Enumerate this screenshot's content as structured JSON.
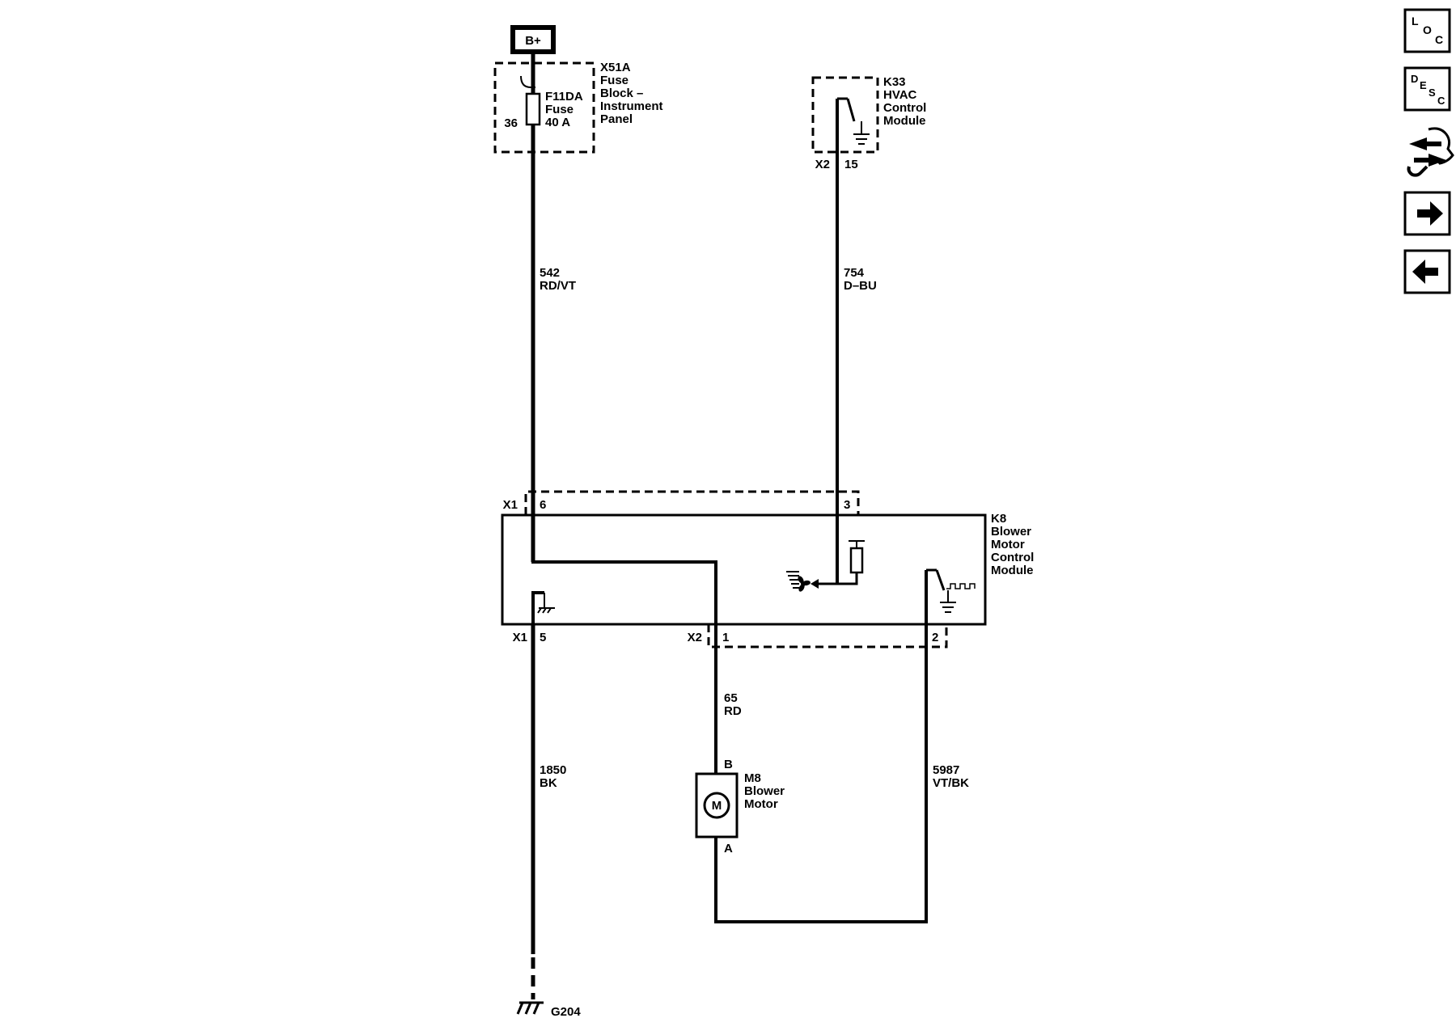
{
  "power": {
    "label": "B+"
  },
  "fuse_block": {
    "id": "X51A",
    "line1": "Fuse",
    "line2": "Block –",
    "line3": "Instrument",
    "line4": "Panel",
    "pin": "36",
    "fuse_id": "F11DA",
    "fuse_word": "Fuse",
    "fuse_rating": "40 A"
  },
  "hvac": {
    "id": "K33",
    "line1": "HVAC",
    "line2": "Control",
    "line3": "Module",
    "connector": "X2",
    "pin": "15"
  },
  "blower_module": {
    "id": "K8",
    "line1": "Blower",
    "line2": "Motor",
    "line3": "Control",
    "line4": "Module",
    "x1": "X1",
    "x1_pin_top": "6",
    "x1_pin_mid": "3",
    "x1_bottom": "X1",
    "x1_pin_bottom": "5",
    "x2": "X2",
    "x2_pin_1": "1",
    "x2_pin_2": "2"
  },
  "wires": {
    "w542_num": "542",
    "w542_color": "RD/VT",
    "w754_num": "754",
    "w754_color": "D–BU",
    "w65_num": "65",
    "w65_color": "RD",
    "w1850_num": "1850",
    "w1850_color": "BK",
    "w5987_num": "5987",
    "w5987_color": "VT/BK"
  },
  "motor": {
    "id": "M8",
    "line1": "Blower",
    "line2": "Motor",
    "symbol": "M",
    "pin_b": "B",
    "pin_a": "A"
  },
  "ground": {
    "label": "G204"
  },
  "sidebar": {
    "loc_l": "L",
    "loc_o": "O",
    "loc_c": "C",
    "desc_d": "D",
    "desc_e": "E",
    "desc_s": "S",
    "desc_c": "C",
    "icons": [
      "loc-icon",
      "desc-icon",
      "connector-pinout-icon",
      "next-arrow-icon",
      "back-arrow-icon"
    ]
  }
}
